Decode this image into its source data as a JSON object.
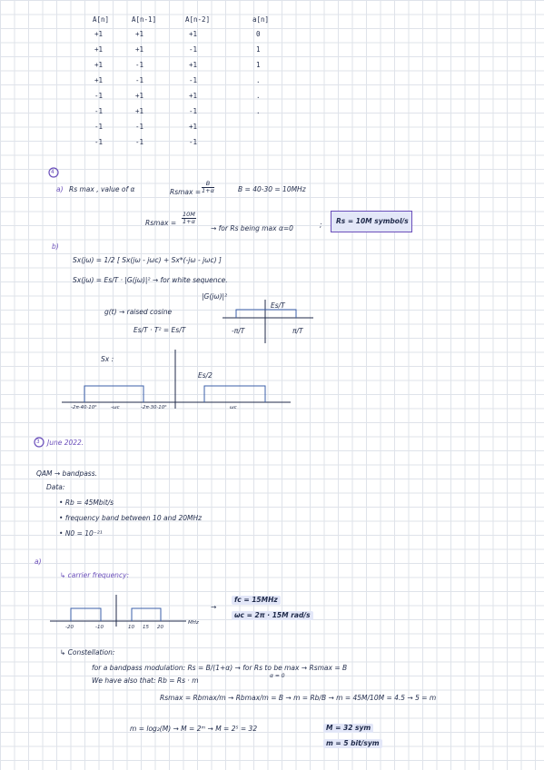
{
  "table": {
    "headers": [
      "A[n]",
      "A[n-1]",
      "A[n-2]",
      "a[n]"
    ],
    "rows": [
      [
        "+1",
        "+1",
        "+1",
        "0"
      ],
      [
        "+1",
        "+1",
        "-1",
        "1"
      ],
      [
        "+1",
        "-1",
        "+1",
        "1"
      ],
      [
        "+1",
        "-1",
        "-1",
        "."
      ],
      [
        "-1",
        "+1",
        "+1",
        "."
      ],
      [
        "-1",
        "+1",
        "-1",
        "."
      ],
      [
        "-1",
        "-1",
        "+1",
        ""
      ],
      [
        "-1",
        "-1",
        "-1",
        ""
      ]
    ]
  },
  "q4": {
    "number": "4",
    "a_label": "a)",
    "a_text": "Rs max , value of α",
    "rsmax_lhs": "Rsmax =",
    "rsmax_num": "B",
    "rsmax_den": "1+α",
    "bandwidth": "B = 40-30 = 10MHz",
    "rsmax2_lhs": "Rsmax =",
    "rsmax2_num": "10M",
    "rsmax2_den": "1+α",
    "rsmax2_note": "→ for Rs being max α=0",
    "result_sep": ";",
    "result": "Rs = 10M symbol/s",
    "b_label": "b)",
    "psd_line1": "Sx(jω) = 1/2 [ Sx(jω - jωc) + Sx*(-jω - jωc) ]",
    "psd_line2": "Sx(jω) = Es/T · |G(jω)|² → for white sequence.",
    "g_label": "g(t) → raised cosine",
    "g_spec": "Es/T · T² = Es/T",
    "spec_plot": {
      "ylabel": "|G(jω)|²",
      "top_label": "Es/T",
      "left_tick": "-π/T",
      "right_tick": "π/T"
    },
    "sx_label": "Sx :",
    "sx_plot": {
      "peak_label": "Es/2",
      "ticks": [
        "-2π·40·10⁶",
        "-ωc",
        "-2π·30·10⁶",
        "ωc"
      ]
    }
  },
  "q3": {
    "number": "3",
    "header": "June 2022.",
    "intro": "QAM → bandpass.",
    "data_label": "Data:",
    "bullets": [
      "Rb = 45Mbit/s",
      "frequency band between 10 and 20MHz",
      "N0 = 10⁻²¹"
    ],
    "a_label": "a)",
    "carrier_label": "↳ carrier frequency:",
    "carrier_plot": {
      "ticks": [
        "-20",
        "-10",
        "10",
        "15",
        "20"
      ],
      "axis_label": "MHz"
    },
    "fc": "fc = 15MHz",
    "wc": "ωc = 2π · 15M rad/s",
    "constellation_label": "↳ Constellation:",
    "const_line1": "for a bandpass modulation: Rs = B/(1+α) → for Rs to be max → Rsmax = B",
    "const_line1b": "α = 0",
    "const_line2": "We have also that:  Rb = Rs · m",
    "const_line3": "Rsmax = Rbmax/m → Rbmax/m = B → m = Rb/B → m = 45M/10M = 4.5 → 5 = m",
    "const_line4": "m = log₂(M) → M = 2ᵐ → M = 2⁵ = 32",
    "res_M": "M = 32 sym",
    "res_m": "m = 5 bit/sym"
  }
}
